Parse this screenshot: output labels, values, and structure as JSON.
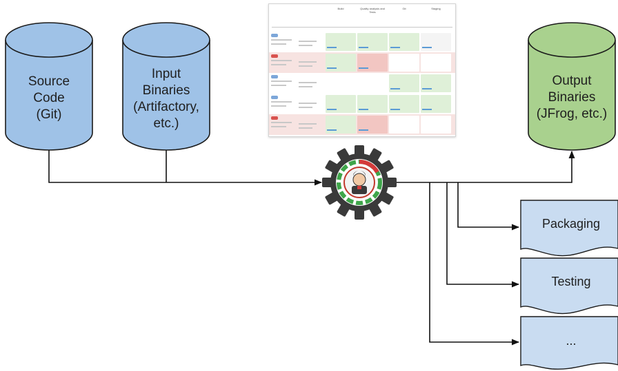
{
  "nodes": {
    "source": {
      "label": "Source\nCode\n(Git)",
      "fill": "#9fc2e7",
      "stroke": "#1a1a1a"
    },
    "input": {
      "label": "Input\nBinaries\n(Artifactory,\netc.)",
      "fill": "#9fc2e7",
      "stroke": "#1a1a1a"
    },
    "output": {
      "label": "Output\nBinaries\n(JFrog, etc.)",
      "fill": "#a9d18e",
      "stroke": "#1a1a1a"
    },
    "engine": {
      "icon": "jenkins-gear-icon",
      "gear_color": "#3a3a3a"
    }
  },
  "documents": [
    {
      "label": "Packaging",
      "fill": "#c9dcf1"
    },
    {
      "label": "Testing",
      "fill": "#c9dcf1"
    },
    {
      "label": "...",
      "fill": "#c9dcf1"
    }
  ],
  "thumbnail": {
    "columns": [
      "Build",
      "Quality analysis and Tests",
      "Git",
      "Staging"
    ],
    "rows": [
      {
        "status": "success",
        "cells": [
          "success",
          "success",
          "success",
          "neutral"
        ]
      },
      {
        "status": "failed",
        "cells": [
          "success",
          "failed",
          "none",
          "none"
        ]
      },
      {
        "status": "success",
        "cells": [
          "none",
          "none",
          "success",
          "success"
        ]
      },
      {
        "status": "success",
        "cells": [
          "success",
          "success",
          "success",
          "success"
        ]
      },
      {
        "status": "failed",
        "cells": [
          "success",
          "failed",
          "none",
          "none"
        ]
      }
    ],
    "colors": {
      "success": "#dff0d8",
      "failed": "#f2c6c2",
      "neutral": "#f4f4f4",
      "none": "#ffffff",
      "tag_success": "#7da7d9",
      "tag_failed": "#d9534f"
    }
  },
  "edge_color": "#111111"
}
